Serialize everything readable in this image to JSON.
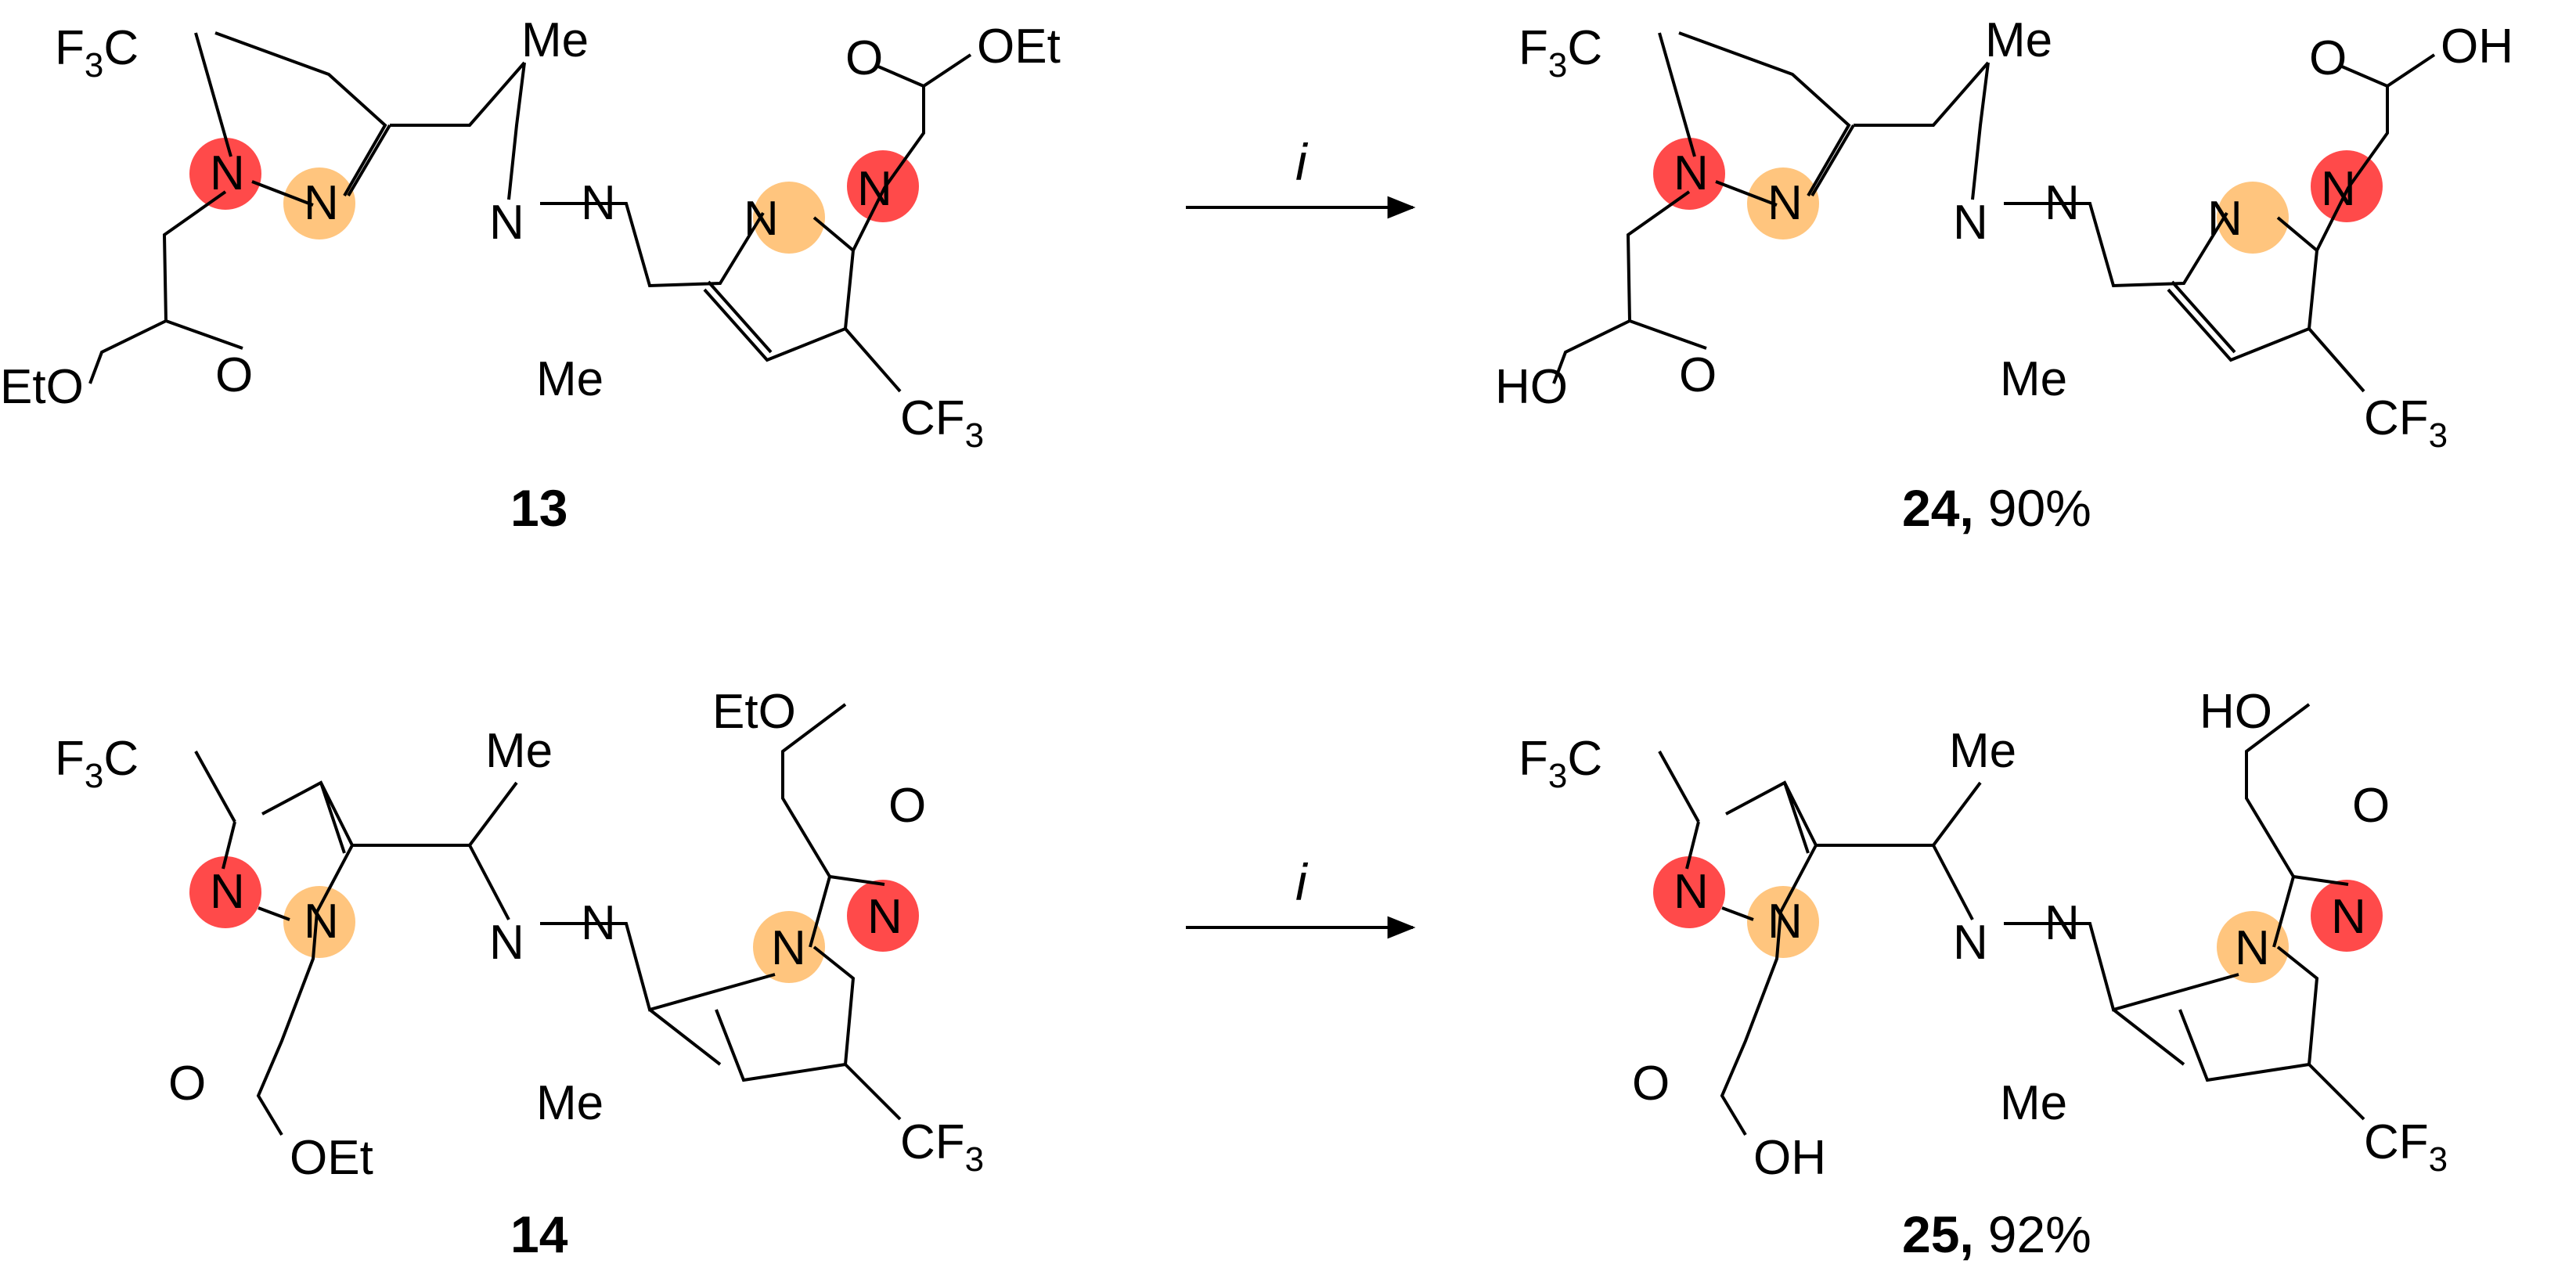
{
  "colors": {
    "n1_highlight": "#ff4a4a",
    "n2_highlight": "#ffc57e"
  },
  "atoms": {
    "nitrogen": "N",
    "methyl": "Me"
  },
  "groups": {
    "trifluoromethyl": {
      "main": "CF",
      "sub": "3"
    },
    "trifluoromethyl_left": {
      "lead": "F",
      "sub": "3",
      "tail": "C"
    },
    "ester_o": "O",
    "ester_oet": "OEt",
    "ester_eto": "EtO",
    "acid_o": "O",
    "acid_oh": "OH",
    "acid_ho": "HO"
  },
  "reagent": "i",
  "compounds": {
    "c13": {
      "id": "13"
    },
    "c24": {
      "id": "24",
      "yield": "90%"
    },
    "c14": {
      "id": "14"
    },
    "c25": {
      "id": "25",
      "yield": "92%"
    }
  }
}
